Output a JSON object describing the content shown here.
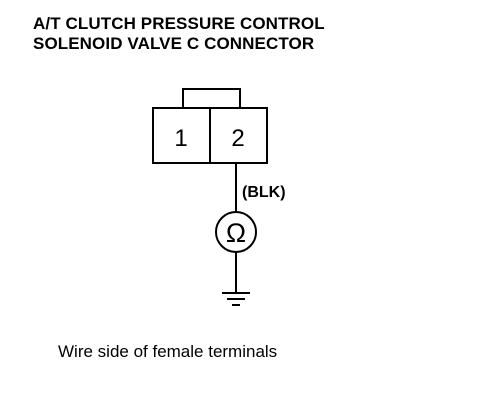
{
  "title": {
    "line1": "A/T CLUTCH PRESSURE CONTROL",
    "line2": "SOLENOID VALVE C CONNECTOR"
  },
  "connector": {
    "terminals": [
      "1",
      "2"
    ]
  },
  "wire": {
    "color_label": "(BLK)"
  },
  "meter": {
    "symbol": "Ω"
  },
  "caption": "Wire side of female terminals"
}
